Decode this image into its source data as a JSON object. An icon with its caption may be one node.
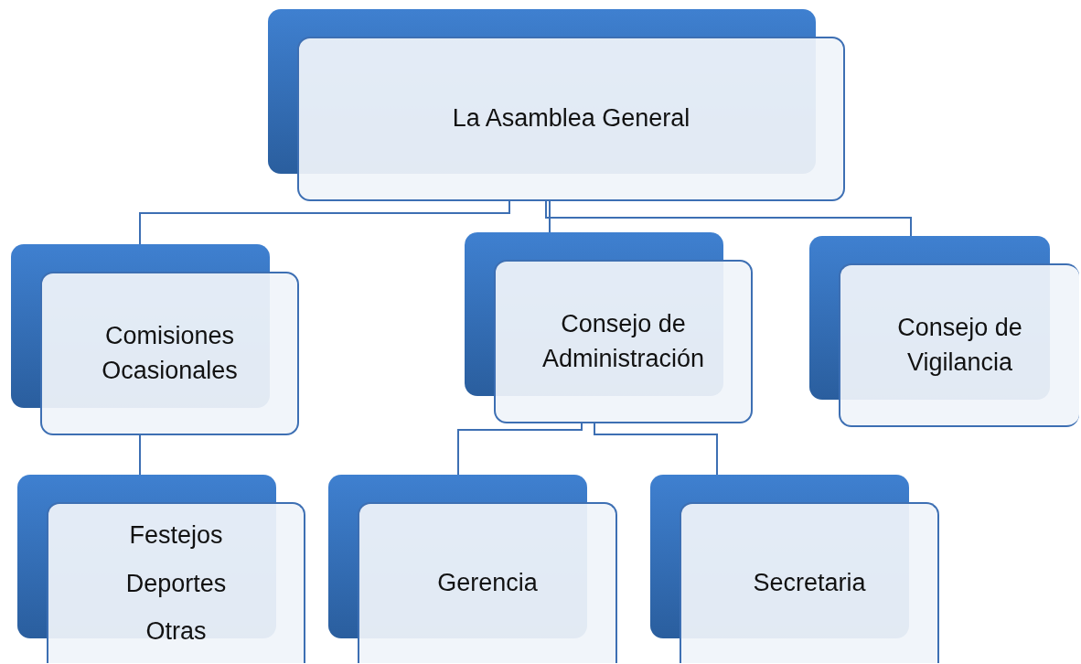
{
  "diagram": {
    "nodes": [
      {
        "text": [
          "La Asamblea General"
        ]
      },
      {
        "text": [
          "Comisiones Ocasionales"
        ]
      },
      {
        "text": [
          "Consejo de Administración"
        ]
      },
      {
        "text": [
          "Consejo de Vigilancia"
        ]
      },
      {
        "text": [
          "Festejos",
          "Deportes",
          "Otras"
        ]
      },
      {
        "text": [
          "Gerencia"
        ]
      },
      {
        "text": [
          "Secretaria"
        ]
      }
    ],
    "edges": [
      {
        "from": 0,
        "to": 1,
        "arrow": "none"
      },
      {
        "from": 0,
        "to": 2,
        "arrow": "none"
      },
      {
        "from": 0,
        "to": 3,
        "arrow": "none"
      },
      {
        "from": 1,
        "to": 4,
        "arrow": "none"
      },
      {
        "from": 2,
        "to": 5,
        "arrow": "none"
      },
      {
        "from": 2,
        "to": 6,
        "arrow": "none"
      }
    ]
  }
}
